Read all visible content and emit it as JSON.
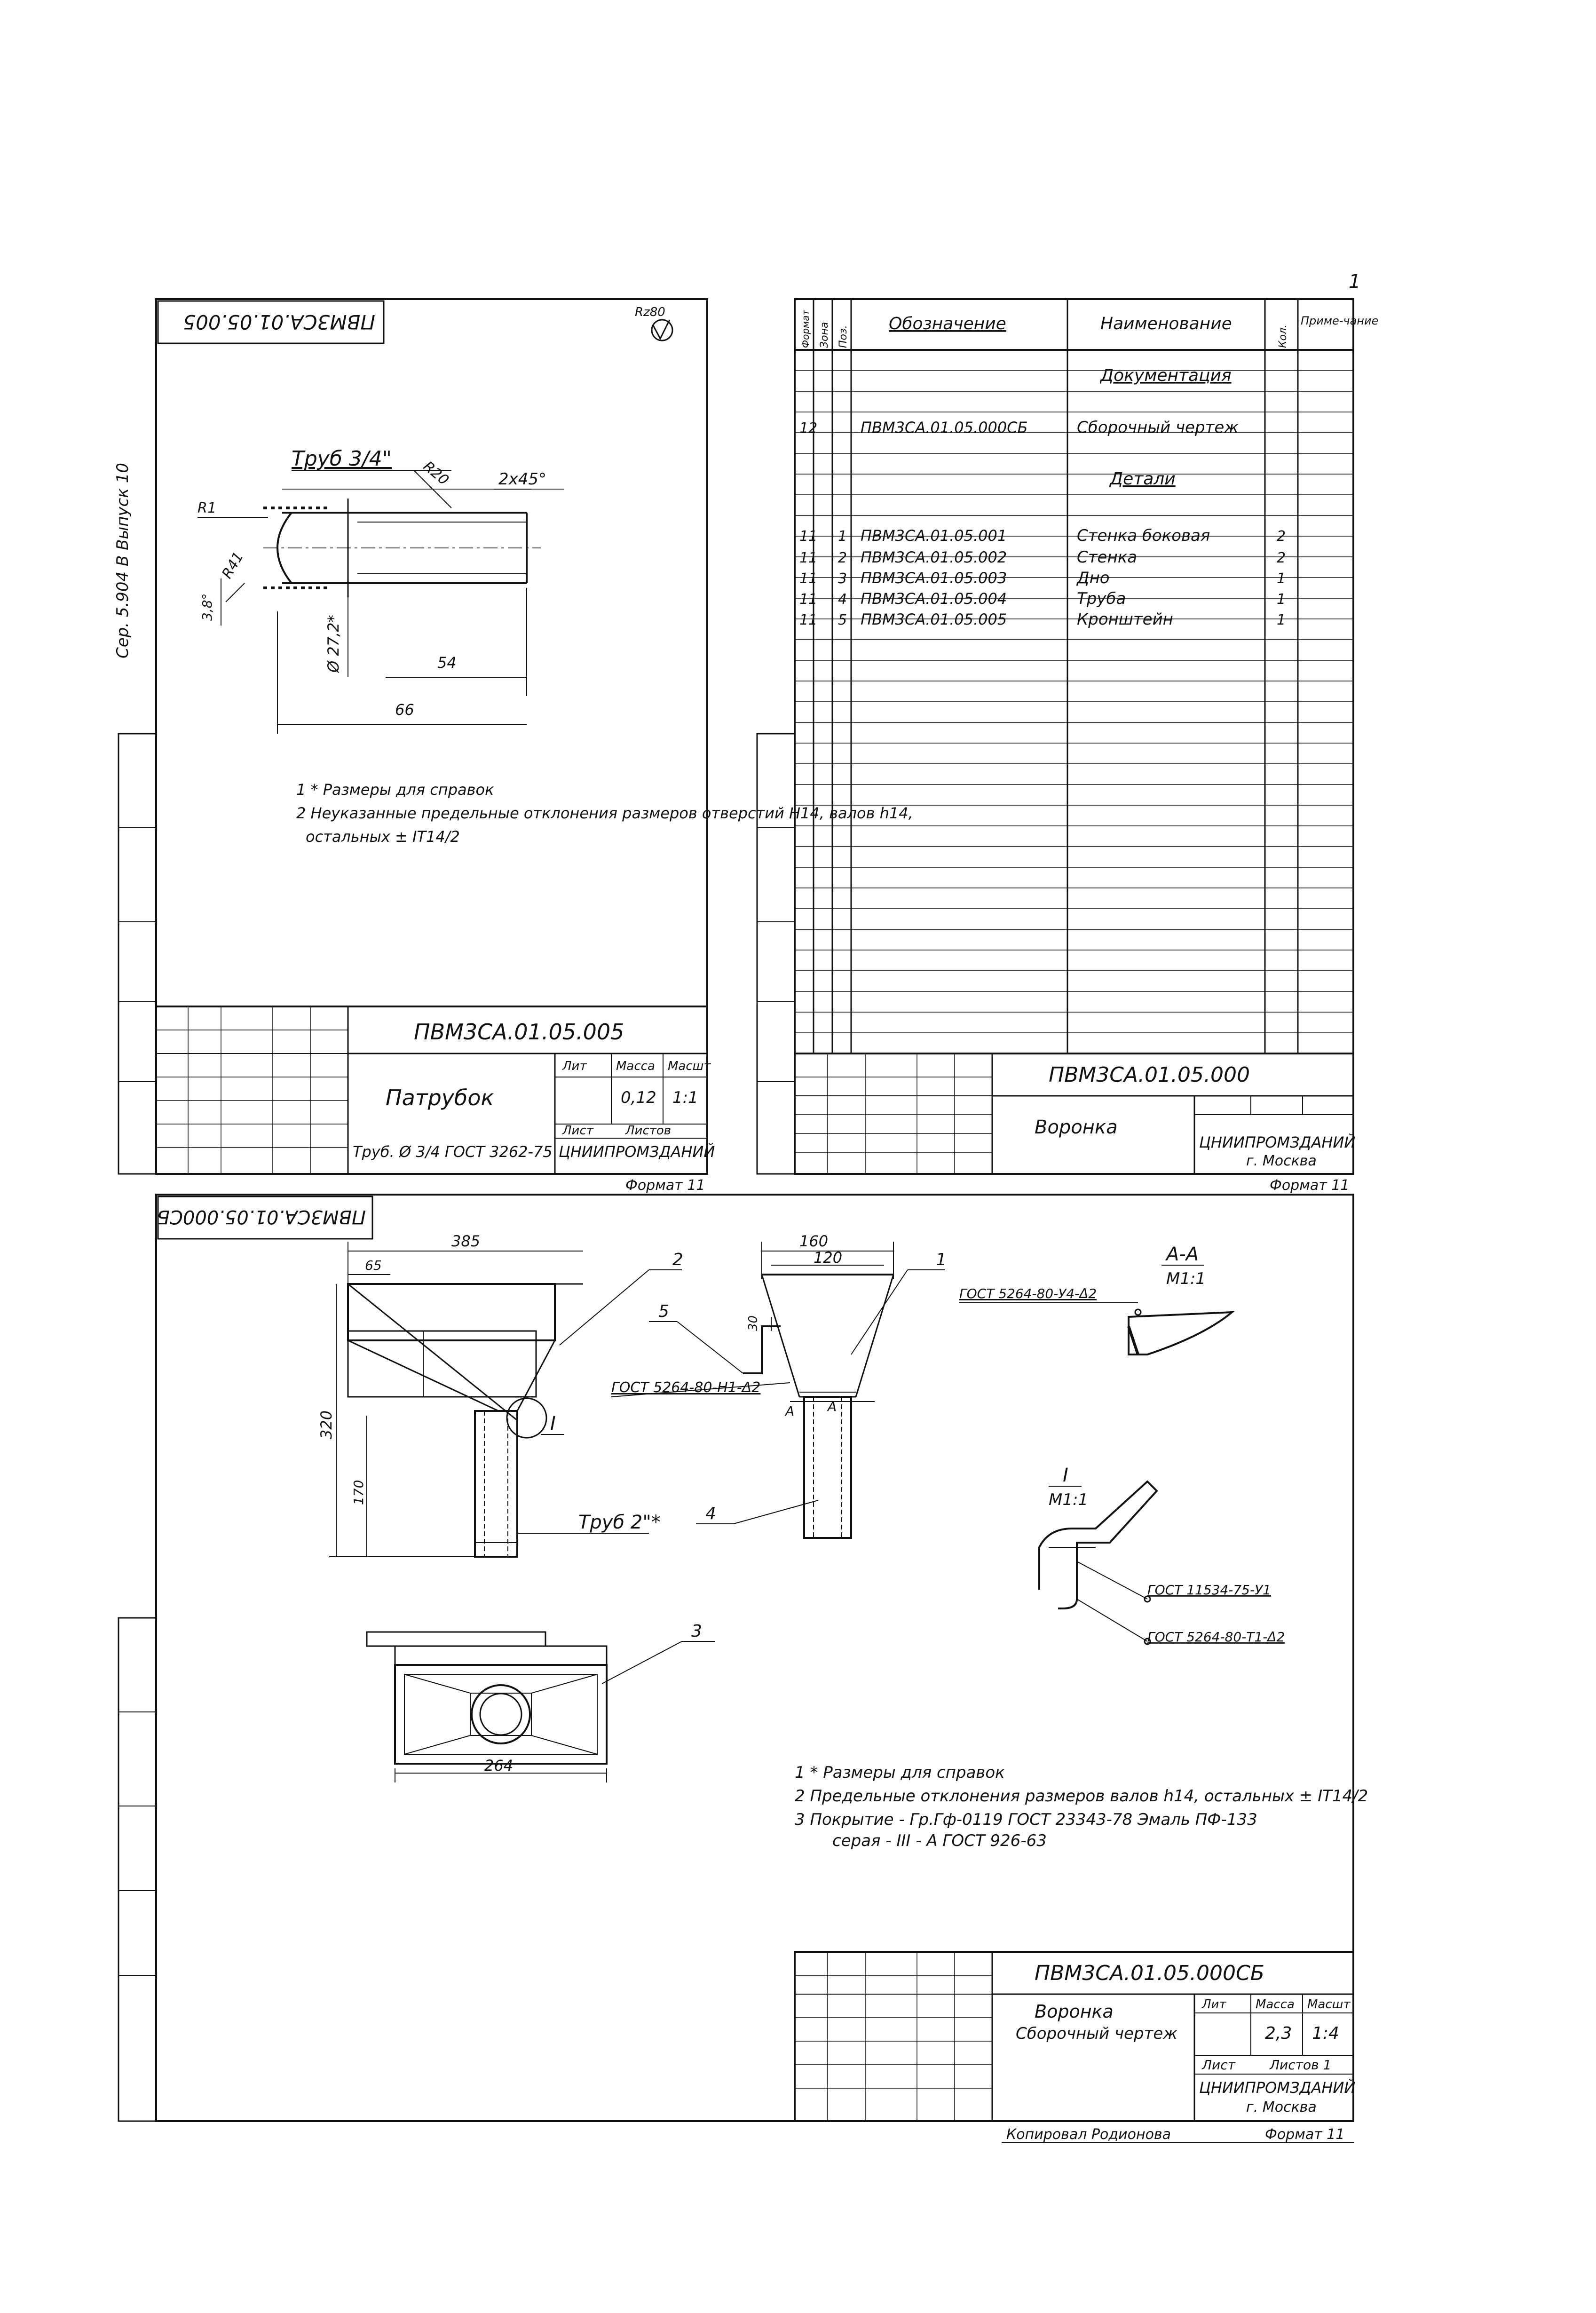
{
  "page_number": "1",
  "side_note": "Cер. 5.904 В Выпуск 10",
  "left_sheet": {
    "code_rotated": "ПВМ3СА.01.05.005",
    "roughness": "Rz80",
    "pipe_label": "Труб 3/4\"",
    "dim_chamfer": "2x45°",
    "dim_r20": "R20",
    "dim_r1": "R1",
    "dim_r41": "R41",
    "dim_38": "3,8°",
    "dim_diam": "Ø 27,2*",
    "dim_54": "54",
    "dim_66": "66",
    "notes": [
      "1 * Размеры для справок",
      "2 Неуказанные предельные отклонения размеров отверстий H14, валов h14,",
      "остальных ± IT14/2"
    ],
    "title_code": "ПВМ3СА.01.05.005",
    "name": "Патрубок",
    "mass": "0,12",
    "scale": "1:1",
    "material": "Труб. Ø 3/4 ГОСТ 3262-75",
    "org": "ЦНИИПРОМЗДАНИЙ",
    "format": "Формат 11",
    "col_lit": "Лит",
    "col_mass": "Масса",
    "col_scale": "Масшт",
    "sheet": "Лист",
    "sheets": "Листов"
  },
  "spec_sheet": {
    "headers": [
      "Формат",
      "Зона",
      "Поз.",
      "Обозначение",
      "Наименование",
      "Кол.",
      "Приме-чание"
    ],
    "section_docs": "Документация",
    "section_parts": "Детали",
    "rows": [
      {
        "fmt": "12",
        "pos": "",
        "code": "ПВМ3СА.01.05.000СБ",
        "name": "Сборочный чертеж",
        "qty": ""
      },
      {
        "fmt": "11",
        "pos": "1",
        "code": "ПВМ3СА.01.05.001",
        "name": "Стенка боковая",
        "qty": "2"
      },
      {
        "fmt": "11",
        "pos": "2",
        "code": "ПВМ3СА.01.05.002",
        "name": "Стенка",
        "qty": "2"
      },
      {
        "fmt": "11",
        "pos": "3",
        "code": "ПВМ3СА.01.05.003",
        "name": "Дно",
        "qty": "1"
      },
      {
        "fmt": "11",
        "pos": "4",
        "code": "ПВМ3СА.01.05.004",
        "name": "Труба",
        "qty": "1"
      },
      {
        "fmt": "11",
        "pos": "5",
        "code": "ПВМ3СА.01.05.005",
        "name": "Кронштейн",
        "qty": "1"
      }
    ],
    "title_code": "ПВМ3СА.01.05.000",
    "name": "Воронка",
    "org": "ЦНИИПРОМЗДАНИЙ",
    "city": "г. Москва",
    "format": "Формат 11"
  },
  "assembly_sheet": {
    "code_rotated": "ПВМ3СА.01.05.000СБ",
    "dim_385": "385",
    "dim_65": "65",
    "dim_320": "320",
    "dim_170": "170",
    "dim_160": "160",
    "dim_120": "120",
    "dim_30": "30",
    "dim_264": "264",
    "callouts": [
      "1",
      "2",
      "3",
      "4",
      "5"
    ],
    "pipe_label": "Труб 2\"*",
    "weld_1": "ГОСТ 5264-80-Н1-Δ2",
    "weld_2": "ГОСТ 5264-80-У4-Δ2",
    "weld_3": "ГОСТ 11534-75-У1",
    "weld_4": "ГОСТ 5264-80-Т1-Δ2",
    "section_aa": "А-А",
    "section_aa_scale": "М1:1",
    "detail_i": "I",
    "detail_i_scale": "М1:1",
    "mark_a": "А",
    "notes": [
      "1 * Размеры для справок",
      "2 Предельные отклонения размеров валов h14, остальных ± IT14/2",
      "3 Покрытие - Гр.Гф-0119 ГОСТ 23343-78 Эмаль ПФ-133",
      "серая - III - А ГОСТ 926-63"
    ],
    "title_code": "ПВМ3СА.01.05.000СБ",
    "name": "Воронка",
    "subtitle": "Сборочный чертеж",
    "mass": "2,3",
    "scale": "1:4",
    "sheets_label": "Листов 1",
    "org": "ЦНИИПРОМЗДАНИЙ",
    "city": "г. Москва",
    "format": "Формат 11",
    "copied": "Копировал Родионова"
  }
}
